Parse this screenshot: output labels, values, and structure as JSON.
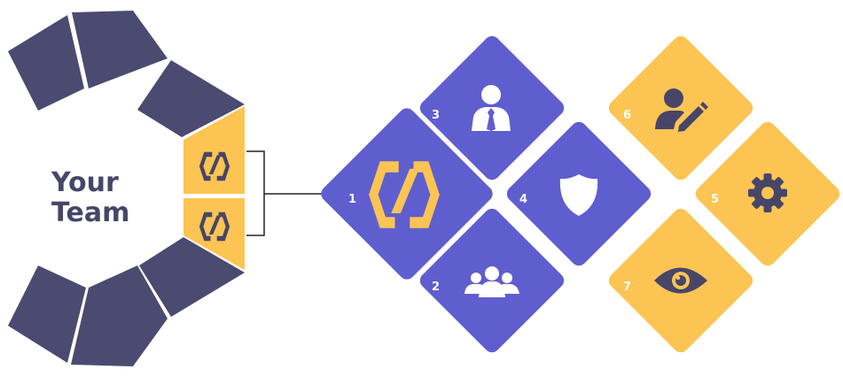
{
  "team": {
    "label_line1": "Your",
    "label_line2": "Team"
  },
  "tiles": [
    {
      "number": "1",
      "icon": "hexagon-logo-icon",
      "color": "#5f5ecf"
    },
    {
      "number": "2",
      "icon": "group-icon",
      "color": "#5f5ecf"
    },
    {
      "number": "3",
      "icon": "businessman-icon",
      "color": "#5f5ecf"
    },
    {
      "number": "4",
      "icon": "shield-icon",
      "color": "#5f5ecf"
    },
    {
      "number": "5",
      "icon": "gear-icon",
      "color": "#fcc453"
    },
    {
      "number": "6",
      "icon": "user-edit-icon",
      "color": "#fcc453"
    },
    {
      "number": "7",
      "icon": "eye-icon",
      "color": "#fcc453"
    }
  ],
  "colors": {
    "purple": "#5f5ecf",
    "yellow": "#fcc453",
    "navy": "#4b4a70",
    "text": "#474669"
  },
  "team_members": [
    {
      "icon": "hexagon-logo-icon",
      "color": "#fcc453"
    },
    {
      "icon": "hexagon-logo-icon",
      "color": "#fcc453"
    }
  ]
}
